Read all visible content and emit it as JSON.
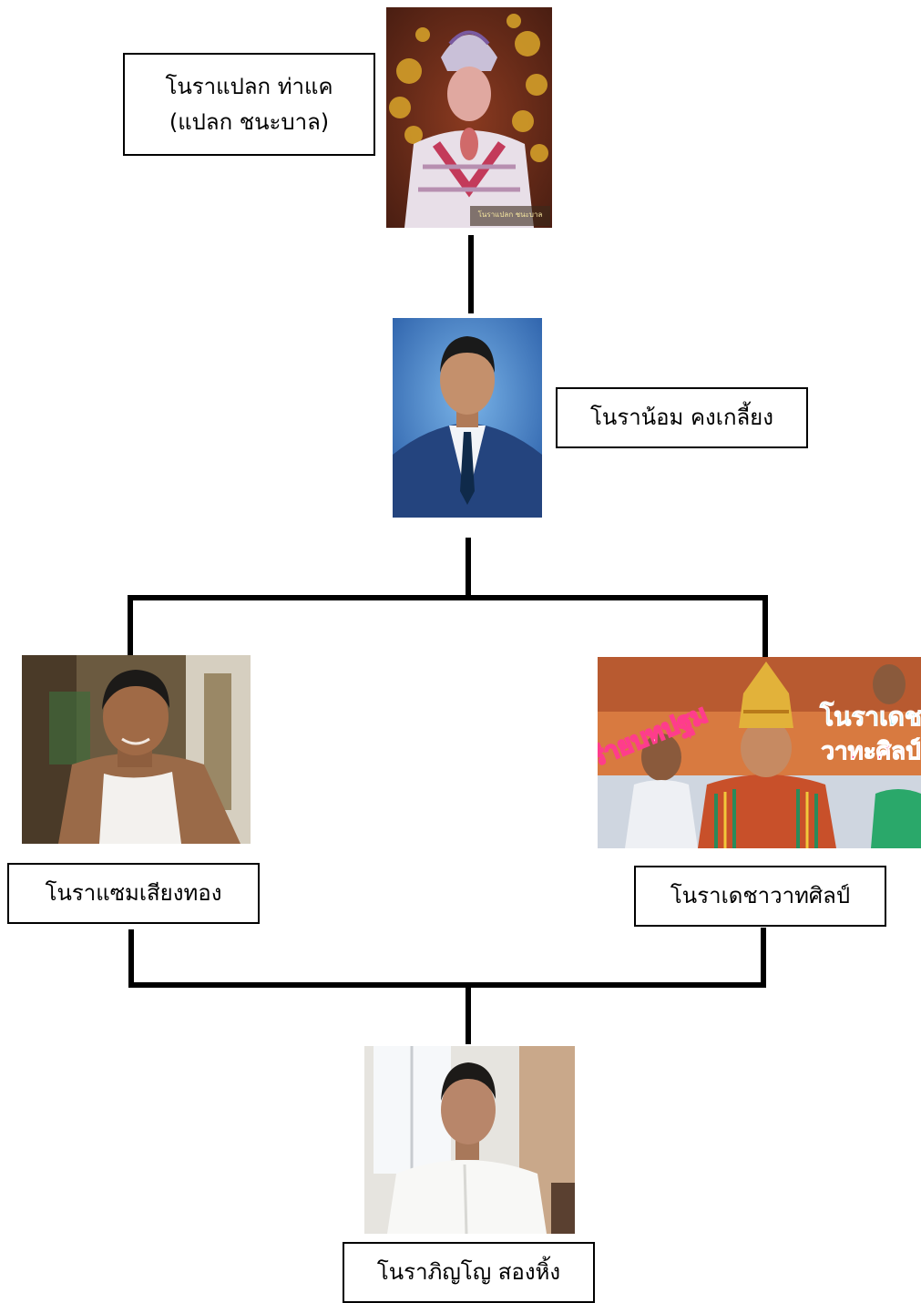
{
  "nodes": {
    "plaek": {
      "line1": "โนราแปลก ท่าแค",
      "line2": "(แปลก ชนะบาล)",
      "photo_caption_1": "โนราแปลก ชนะบาล",
      "photo_caption_2": ""
    },
    "nom": {
      "label": "โนราน้อม คงเกลี้ยง"
    },
    "saem": {
      "label": "โนราแซมเสียงทอง"
    },
    "decha": {
      "label": "โนราเดชาวาทศิลป์",
      "banner_left": "ร่ายบทปฐม",
      "banner_right_1": "โนราเดช",
      "banner_right_2": "วาทะศิลป์"
    },
    "phinyo": {
      "label": "โนราภิญโญ สองหิ้ง"
    }
  },
  "colors": {
    "line": "#000000",
    "box_border": "#000000",
    "banner_cyan": "#3fd3e6",
    "banner_pink": "#ff3c8c",
    "gold": "#d9a52a"
  }
}
